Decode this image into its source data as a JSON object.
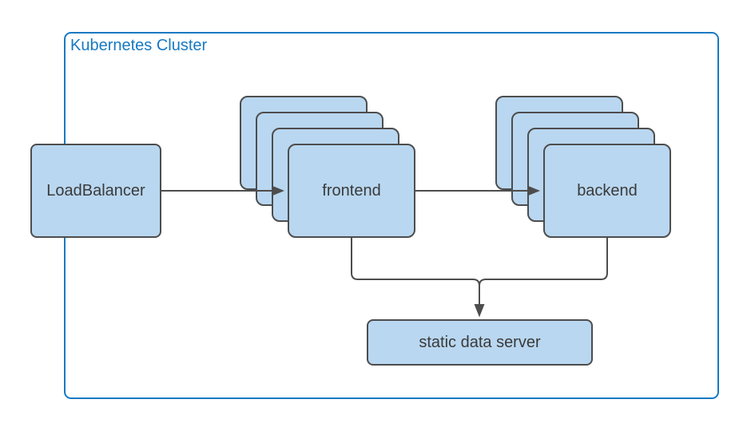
{
  "diagram": {
    "title": "Kubernetes Cluster",
    "nodes": {
      "load_balancer": {
        "label": "LoadBalancer"
      },
      "frontend": {
        "label": "frontend",
        "replica_count": 4
      },
      "backend": {
        "label": "backend",
        "replica_count": 4
      },
      "static_data_server": {
        "label": "static data server"
      }
    },
    "edges": [
      {
        "from": "LoadBalancer",
        "to": "frontend",
        "arrow": true
      },
      {
        "from": "frontend",
        "to": "backend",
        "arrow": true
      },
      {
        "from": "frontend",
        "to": "static data server",
        "arrow": true
      },
      {
        "from": "backend",
        "to": "static data server",
        "arrow": true
      }
    ],
    "colors": {
      "node_fill": "#b9d7f0",
      "node_border": "#4d4d4d",
      "edge": "#4d4d4d",
      "cluster_border": "#1779c2",
      "cluster_title_text": "#1779c2",
      "node_label_text": "#3a3a3a",
      "background": "#ffffff"
    }
  }
}
